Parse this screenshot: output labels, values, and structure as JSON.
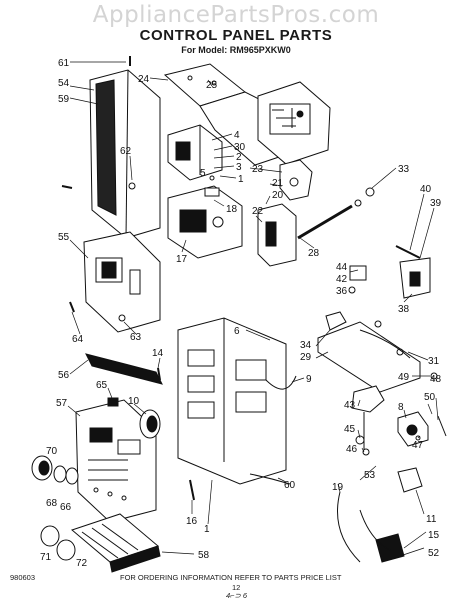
{
  "watermark": "AppliancePartsPros.com",
  "title": "CONTROL PANEL PARTS",
  "model_line": "For Model: RM965PXKW0",
  "footer": {
    "code": "980603",
    "instructions": "FOR ORDERING INFORMATION REFER TO PARTS PRICE LIST",
    "page": "12",
    "handwritten": "4⌐⊃ 6"
  },
  "callouts": [
    "61",
    "24",
    "25",
    "54",
    "59",
    "4",
    "30",
    "2",
    "3",
    "62",
    "5",
    "1",
    "23",
    "21",
    "20",
    "22",
    "18",
    "17",
    "33",
    "40",
    "39",
    "28",
    "55",
    "44",
    "42",
    "36",
    "38",
    "6",
    "34",
    "29",
    "31",
    "63",
    "64",
    "56",
    "14",
    "9",
    "49",
    "48",
    "65",
    "10",
    "43",
    "57",
    "45",
    "46",
    "8",
    "50",
    "47",
    "70",
    "68",
    "66",
    "53",
    "19",
    "60",
    "16",
    "1",
    "11",
    "15",
    "71",
    "72",
    "58",
    "52"
  ]
}
